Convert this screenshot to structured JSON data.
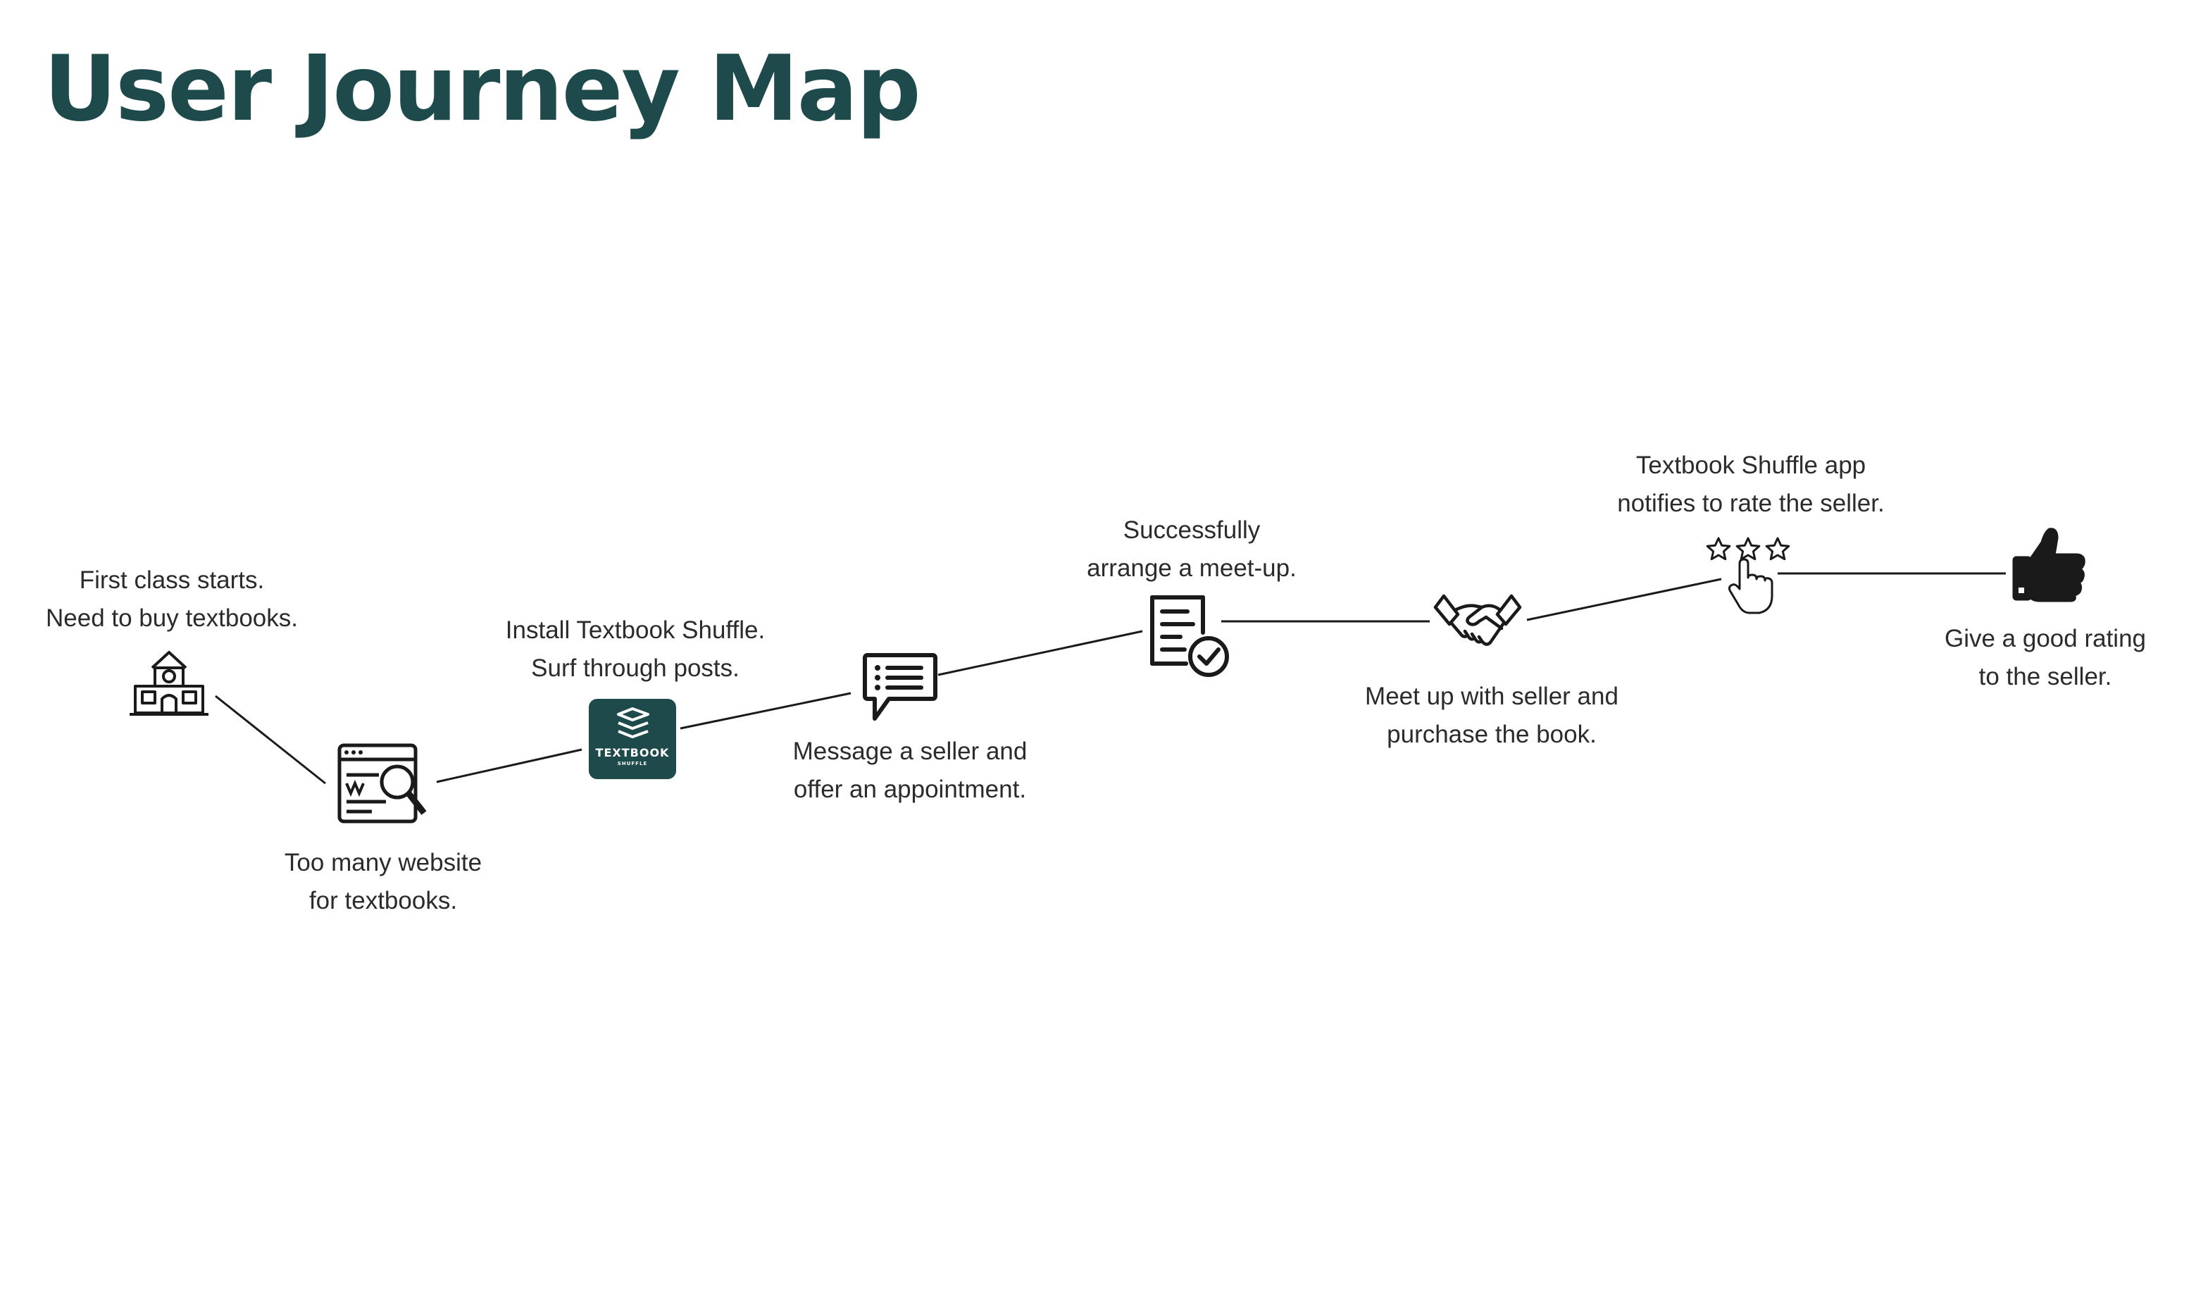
{
  "title": "User Journey Map",
  "colors": {
    "title": "#1f4a4c",
    "app_icon_bg": "#1f4a4c",
    "line": "#1a1a1a",
    "text": "#2b2b2b"
  },
  "steps": [
    {
      "icon": "school-building-icon",
      "lines": [
        "First class starts.",
        "Need to buy textbooks."
      ]
    },
    {
      "icon": "website-search-icon",
      "lines": [
        "Too many website",
        "for textbooks."
      ]
    },
    {
      "icon": "textbook-shuffle-app-icon",
      "lines": [
        "Install Textbook Shuffle.",
        "Surf through posts."
      ]
    },
    {
      "icon": "chat-message-icon",
      "lines": [
        "Message a seller and",
        "offer an appointment."
      ]
    },
    {
      "icon": "document-check-icon",
      "lines": [
        "Successfully",
        "arrange a meet-up."
      ]
    },
    {
      "icon": "handshake-icon",
      "lines": [
        "Meet up with seller and",
        "purchase the book."
      ]
    },
    {
      "icon": "star-rating-icon",
      "lines": [
        "Textbook Shuffle app",
        "notifies to rate the seller."
      ]
    },
    {
      "icon": "thumbs-up-icon",
      "lines": [
        "Give a good rating",
        "to the seller."
      ]
    }
  ],
  "app_icon": {
    "label": "TEXTBOOK",
    "sublabel": "SHUFFLE"
  }
}
